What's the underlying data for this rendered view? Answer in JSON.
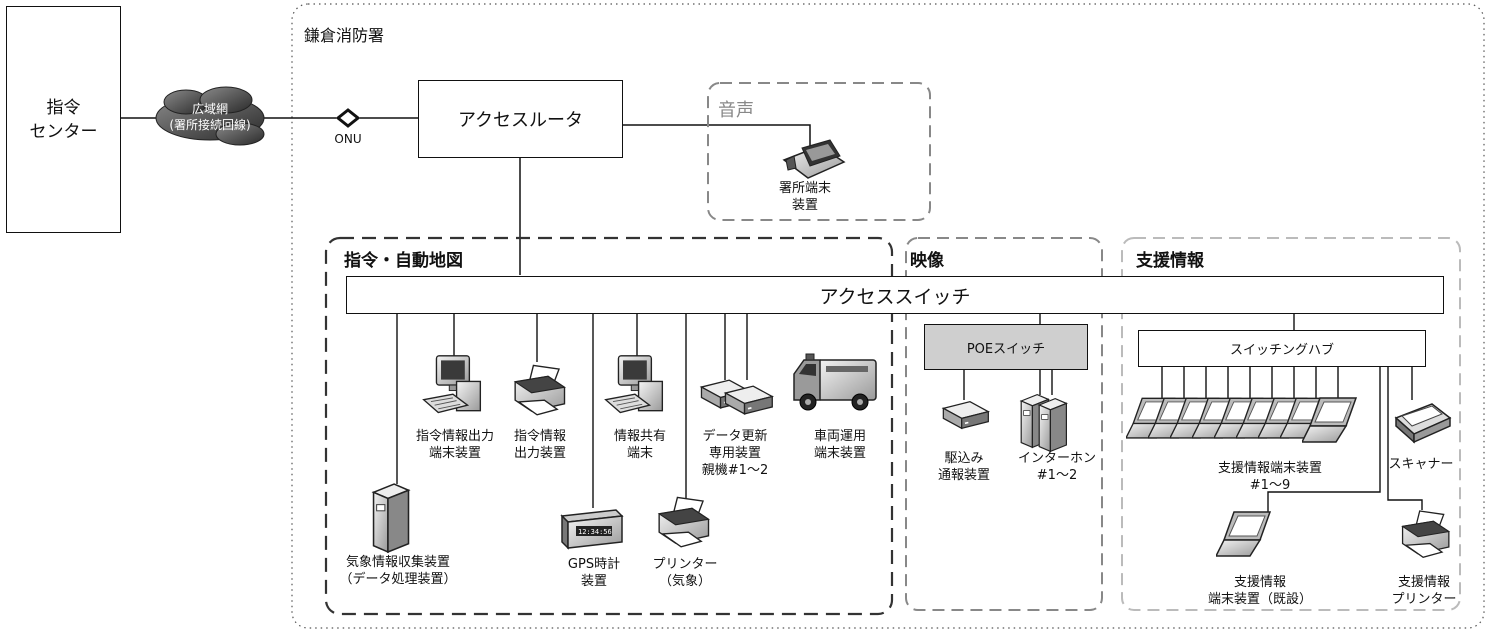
{
  "command_center": "指令\nセンター",
  "wan": "広域網\n(署所接続回線)",
  "onu": "ONU",
  "station": "鎌倉消防署",
  "access_router": "アクセスルータ",
  "voice": {
    "title": "音声",
    "terminal": "署所端末\n装置"
  },
  "command_map": {
    "title": "指令・自動地図",
    "devices": {
      "cmd_output_terminal": "指令情報出力\n端末装置",
      "cmd_output_device": "指令情報\n出力装置",
      "info_share_terminal": "情報共有\n端末",
      "data_update_device": "データ更新\n専用装置\n親機#1～2",
      "vehicle_terminal": "車両運用\n端末装置",
      "weather_server": "気象情報収集装置\n（データ処理装置）",
      "gps_clock": "GPS時計\n装置",
      "printer_weather": "プリンター\n（気象）"
    }
  },
  "access_switch": "アクセススイッチ",
  "video": {
    "title": "映像",
    "poe_switch": "POEスイッチ",
    "walkin_report": "駆込み\n通報装置",
    "intercom": "インターホン\n#1～2"
  },
  "support": {
    "title": "支援情報",
    "hub": "スイッチングハブ",
    "terminals": "支援情報端末装置\n#1～9",
    "scanner": "スキャナー",
    "existing_terminal": "支援情報\n端末装置（既設）",
    "printer": "支援情報\nプリンター"
  }
}
